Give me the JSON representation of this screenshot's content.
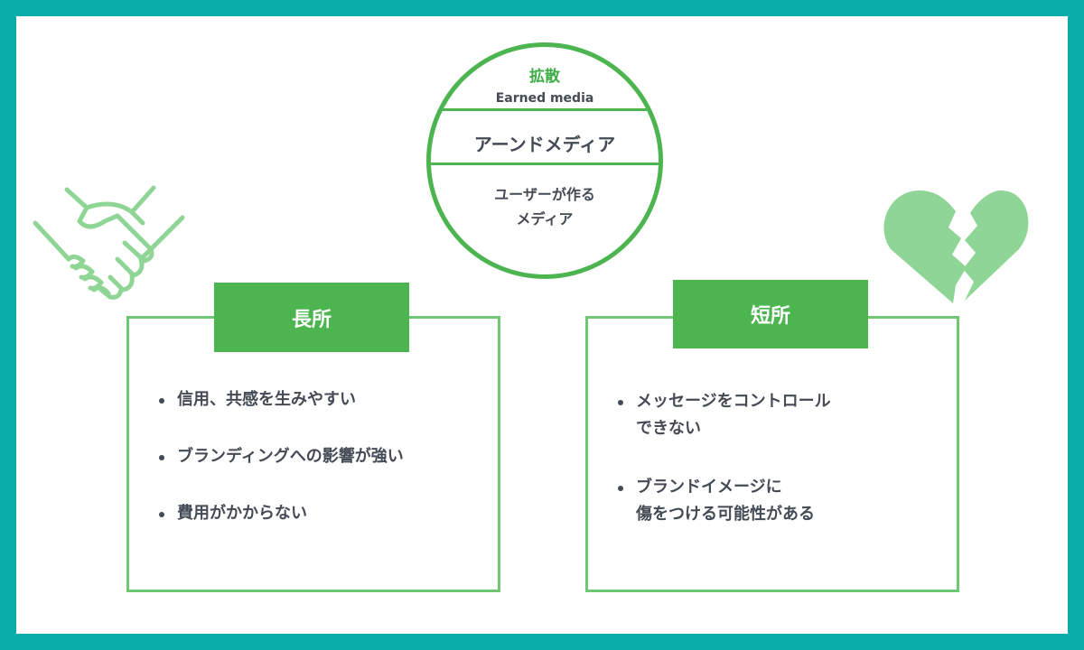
{
  "circle": {
    "label_top": "拡散",
    "label_en": "Earned media",
    "label_main": "アーンドメディア",
    "label_bottom": "ユーザーが作る\nメディア"
  },
  "pros": {
    "title": "長所",
    "items": [
      "信用、共感を生みやすい",
      "ブランディングへの影響が強い",
      "費用がかからない"
    ]
  },
  "cons": {
    "title": "短所",
    "items": [
      "メッセージをコントロール\nできない",
      "ブランドイメージに\n傷をつける可能性がある"
    ]
  },
  "icons": {
    "pros": "handshake-icon",
    "cons": "broken-heart-icon"
  },
  "colors": {
    "frame": "#0aaca9",
    "accent": "#4cb54f",
    "light_accent": "#8fd696",
    "text": "#444b55"
  }
}
